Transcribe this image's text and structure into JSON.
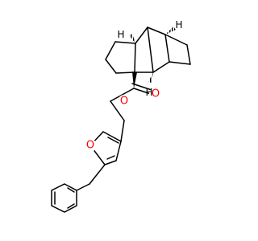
{
  "molecule": {
    "atoms": {
      "carbonyl_oxygen": {
        "symbol": "O",
        "color": "#ff0000"
      },
      "ester_oxygen": {
        "symbol": "O",
        "color": "#ff0000"
      },
      "furan_oxygen": {
        "symbol": "O",
        "color": "#ff0000"
      }
    },
    "stereo_hydrogens": [
      "H",
      "H",
      "H"
    ]
  }
}
